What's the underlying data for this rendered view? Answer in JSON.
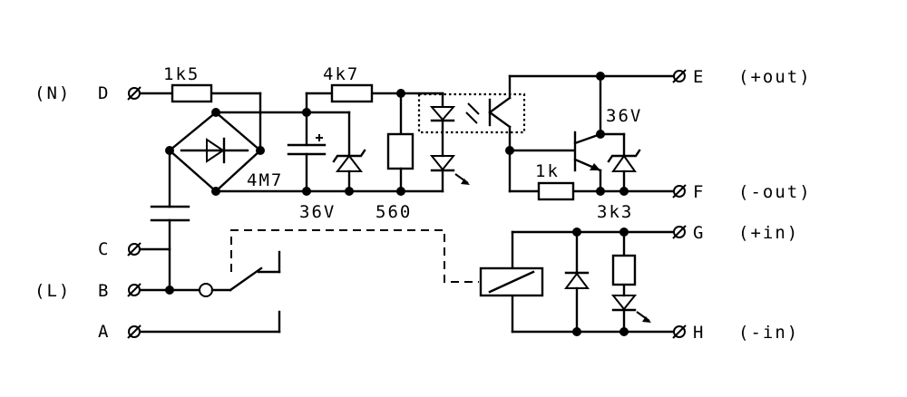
{
  "terminals": {
    "D": "D",
    "C": "C",
    "B": "B",
    "A": "A",
    "E": "E",
    "F": "F",
    "G": "G",
    "H": "H"
  },
  "side_labels": {
    "neutral": "(N)",
    "line": "(L)"
  },
  "output_labels": {
    "plus_out": "(+out)",
    "minus_out": "(-out)",
    "plus_in": "(+in)",
    "minus_in": "(-in)"
  },
  "components": {
    "r_1k5": "1k5",
    "r_4k7": "4k7",
    "c_4m7": "4M7",
    "z_36v_left": "36V",
    "r_560": "560",
    "z_36v_right": "36V",
    "r_1k": "1k",
    "r_3k3": "3k3"
  }
}
